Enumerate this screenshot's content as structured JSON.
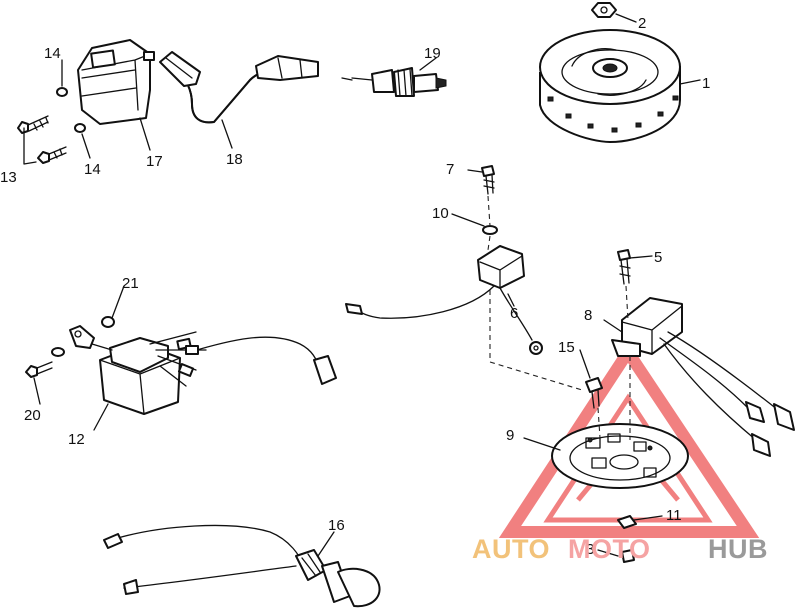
{
  "callouts": {
    "c1": "1",
    "c2": "2",
    "c3": "3",
    "c5": "5",
    "c6": "6",
    "c7": "7",
    "c8": "8",
    "c9": "9",
    "c10": "10",
    "c11": "11",
    "c12": "12",
    "c13": "13",
    "c14a": "14",
    "c14b": "14",
    "c15": "15",
    "c16": "16",
    "c17": "17",
    "c18": "18",
    "c19": "19",
    "c20": "20",
    "c21": "21"
  },
  "watermark": {
    "text_a": "AUTO",
    "text_b": "MOTO",
    "text_c": "HUB",
    "color_a": "#f2c27a",
    "color_b": "#f5a3a3",
    "color_c": "#9a9a9a",
    "logo_color": "#ef6b6b"
  }
}
